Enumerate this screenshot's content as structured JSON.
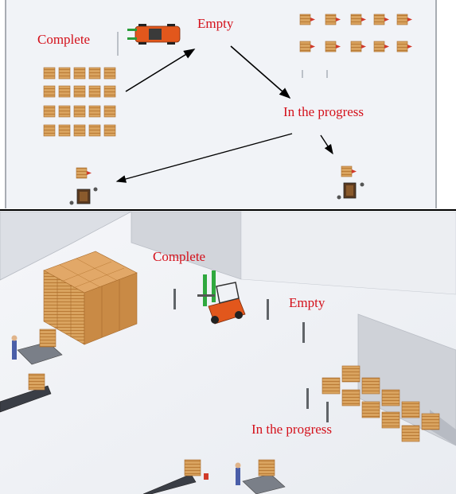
{
  "top_panel": {
    "labels": {
      "complete": "Complete",
      "empty": "Empty",
      "in_progress": "In the progress"
    }
  },
  "bottom_panel": {
    "labels": {
      "complete": "Complete",
      "empty": "Empty",
      "in_progress": "In the progress"
    }
  },
  "colors": {
    "label": "#d4101a",
    "crate": "#d9a35f",
    "crate_dark": "#b97a35",
    "forklift": "#e2571c",
    "floor": "#f1f3f6",
    "wall": "#d3d6dc",
    "divider": "#000000"
  }
}
